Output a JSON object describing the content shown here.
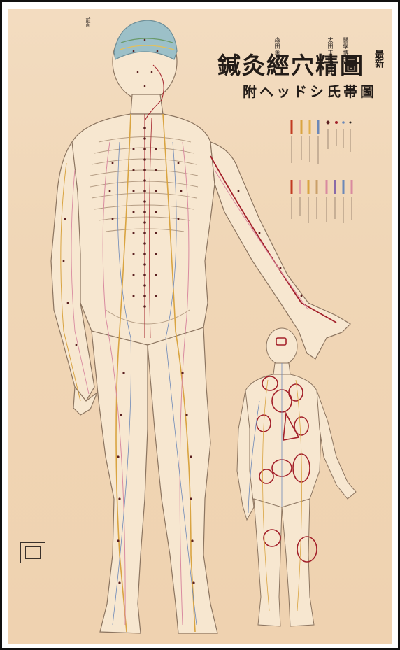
{
  "poster": {
    "publisher_line_1": "醫學博士",
    "publisher_line_2": "太田正隆校訂",
    "publisher_line_3": "森田薫斧著",
    "title_main": "鍼灸經穴精圖",
    "title_newest": "最新",
    "title_sub": "附ヘッドシ氏帯圖",
    "front_label": "前面"
  },
  "colors": {
    "background": "#f0d6b6",
    "body_line": "#8c7560",
    "meridian_yellow": "#d9a441",
    "meridian_red": "#a3202a",
    "meridian_pink": "#d98aa0",
    "meridian_blue": "#6c88b8",
    "point_dark": "#5a1f1f",
    "head_zone": "#7fa6b6"
  },
  "icons": {
    "publisher_stamp": "seal-stamp-icon"
  }
}
